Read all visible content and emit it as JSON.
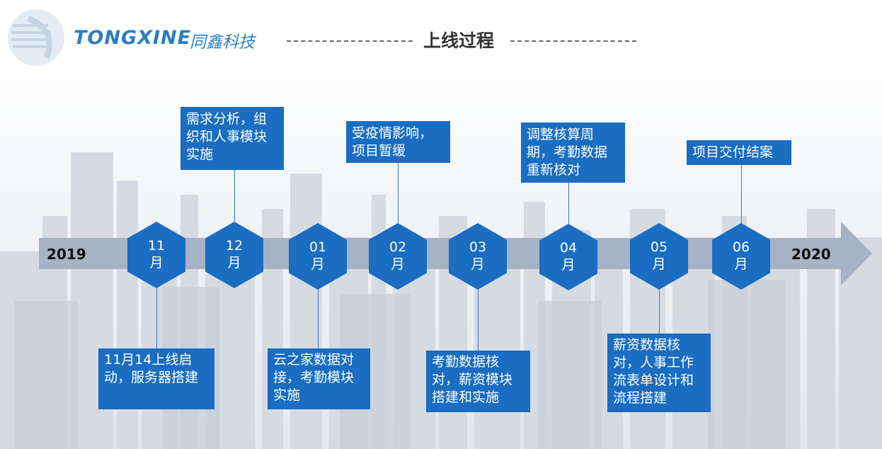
{
  "header": {
    "brand": "TONGXINE",
    "brand_cn": "同鑫科技",
    "title": "上线过程"
  },
  "timeline": {
    "start_year": "2019",
    "end_year": "2020",
    "months": [
      {
        "num": "11",
        "unit": "月"
      },
      {
        "num": "12",
        "unit": "月"
      },
      {
        "num": "01",
        "unit": "月"
      },
      {
        "num": "02",
        "unit": "月"
      },
      {
        "num": "03",
        "unit": "月"
      },
      {
        "num": "04",
        "unit": "月"
      },
      {
        "num": "05",
        "unit": "月"
      },
      {
        "num": "06",
        "unit": "月"
      }
    ],
    "events": [
      {
        "text": "11月14上线启动，服务器搭建"
      },
      {
        "text": "需求分析，组织和人事模块实施"
      },
      {
        "text": "云之家数据对接，考勤模块实施"
      },
      {
        "text": "受疫情影响，项目暂缓"
      },
      {
        "text": "考勤数据核对，薪资模块搭建和实施"
      },
      {
        "text": "调整核算周期，考勤数据重新核对"
      },
      {
        "text": "薪资数据核对，人事工作流表单设计和流程搭建"
      },
      {
        "text": "项目交付结案"
      }
    ]
  },
  "colors": {
    "accent": "#1a6dc1",
    "bar": "#a7b2c4",
    "brand": "#2a7fc1"
  }
}
